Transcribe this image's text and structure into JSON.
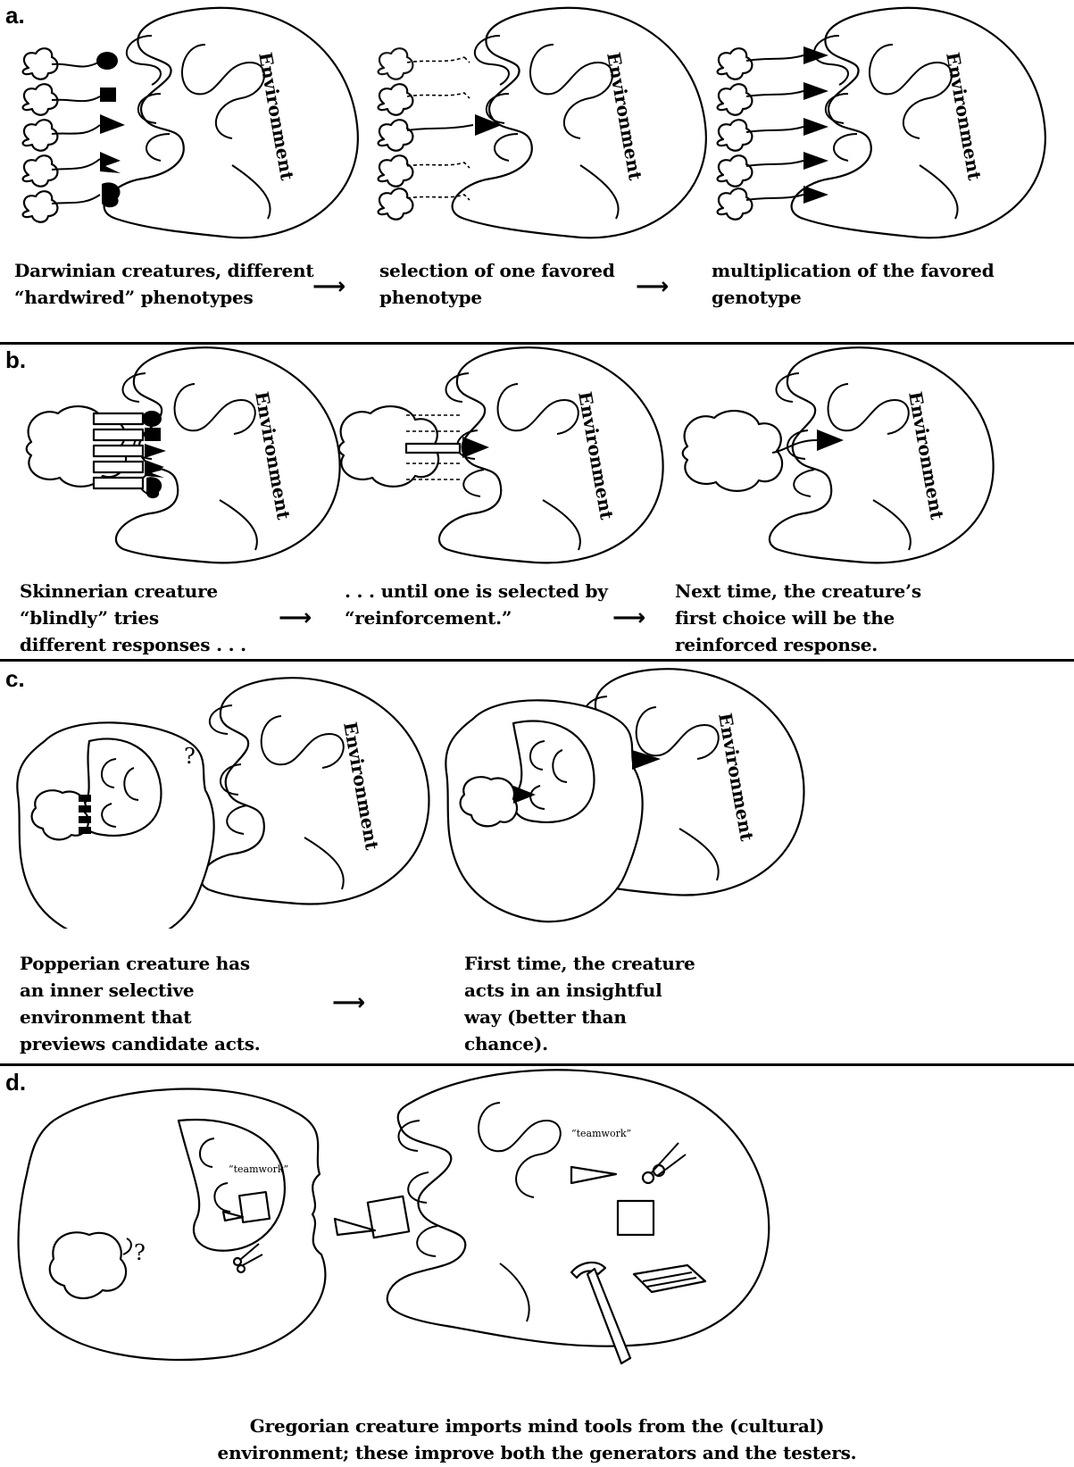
{
  "panels": {
    "a": {
      "letter": "a.",
      "env_label": "Environment",
      "captions": [
        "Darwinian creatures, different\n“hardwired” phenotypes",
        "selection of one favored\nphenotype",
        "multiplication of the favored\ngenotype"
      ]
    },
    "b": {
      "letter": "b.",
      "env_label": "Environment",
      "captions": [
        "Skinnerian creature\n“blindly” tries\ndifferent responses . . .",
        ". . . until one is selected by\n“reinforcement.”",
        "Next time, the  creature’s\nfirst choice will be the\nreinforced response."
      ]
    },
    "c": {
      "letter": "c.",
      "env_label": "Environment",
      "question_mark": "?",
      "captions": [
        "Popperian creature has\nan inner selective\nenvironment that\npreviews candidate acts.",
        "First time, the creature\nacts in an insightful\nway (better than\nchance)."
      ]
    },
    "d": {
      "letter": "d.",
      "teamwork_label": "“teamwork”",
      "question_mark": "?",
      "caption": "Gregorian creature imports mind tools from the (cultural)\nenvironment; these improve both the generators and the testers."
    }
  },
  "arrow_glyph": "⟶"
}
